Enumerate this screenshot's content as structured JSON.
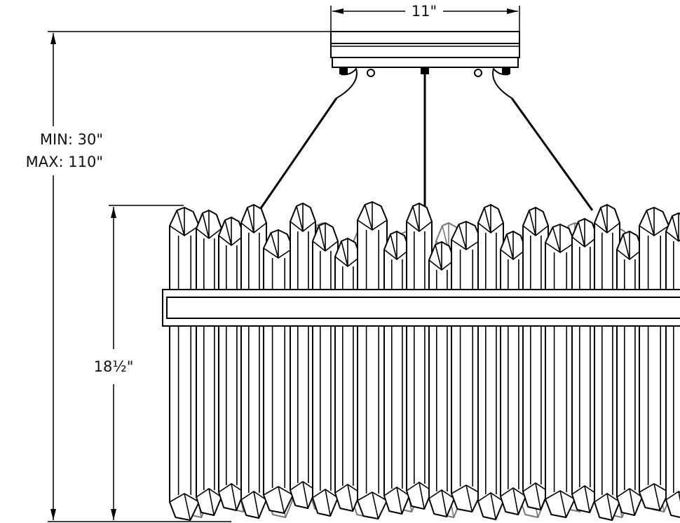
{
  "dimensions": {
    "canopy_width": "11\"",
    "overall_height_min": "MIN: 30\"",
    "overall_height_max": "MAX: 110\"",
    "fixture_height": "18½\""
  },
  "colors": {
    "line": "#000000",
    "crystal_back": "#777777",
    "background": "#ffffff"
  }
}
